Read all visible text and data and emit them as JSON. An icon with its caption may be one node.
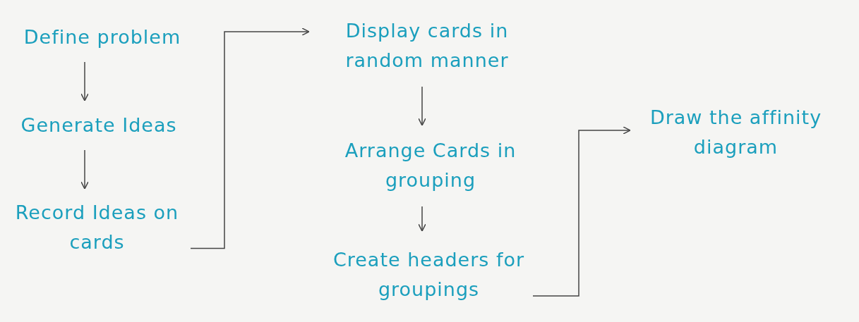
{
  "diagram": {
    "nodes": [
      {
        "text": [
          "Define problem"
        ]
      },
      {
        "text": [
          "Generate Ideas"
        ]
      },
      {
        "text": [
          "Record Ideas on cards"
        ]
      },
      {
        "text": [
          "Display cards in random manner"
        ]
      },
      {
        "text": [
          "Arrange Cards in grouping"
        ]
      },
      {
        "text": [
          "Create headers for groupings"
        ]
      },
      {
        "text": [
          "Draw the affinity diagram"
        ]
      }
    ],
    "edges": [
      {
        "from": 0,
        "to": 1,
        "arrow": "to"
      },
      {
        "from": 1,
        "to": 2,
        "arrow": "to"
      },
      {
        "from": 2,
        "to": 3,
        "arrow": "to"
      },
      {
        "from": 3,
        "to": 4,
        "arrow": "to"
      },
      {
        "from": 4,
        "to": 5,
        "arrow": "to"
      },
      {
        "from": 5,
        "to": 6,
        "arrow": "to"
      }
    ]
  }
}
